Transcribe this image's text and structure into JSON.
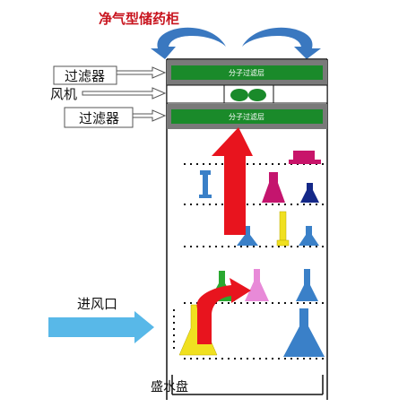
{
  "title": "净气型储药柜",
  "labels": {
    "filter_top": "过滤器",
    "fan": "风机",
    "filter_bottom": "过滤器",
    "inlet": "进风口",
    "tray": "盛水盘"
  },
  "filter_layer_text_top": "分子过滤层",
  "filter_layer_text_bottom": "分子过滤层",
  "colors": {
    "title": "#c8141e",
    "filter_green": "#1a8a2a",
    "filter_frame": "#7a7a7a",
    "airflow_red": "#e8141e",
    "swirl_blue": "#3a78c0",
    "inlet_arrow": "#58b8e8",
    "flask_blue": "#3a80c8",
    "flask_navy": "#142888",
    "flask_magenta": "#c4156e",
    "flask_pink": "#e88ad8",
    "flask_green": "#2aa830",
    "flask_yellow": "#f0e020",
    "box_magenta": "#c8146a"
  }
}
